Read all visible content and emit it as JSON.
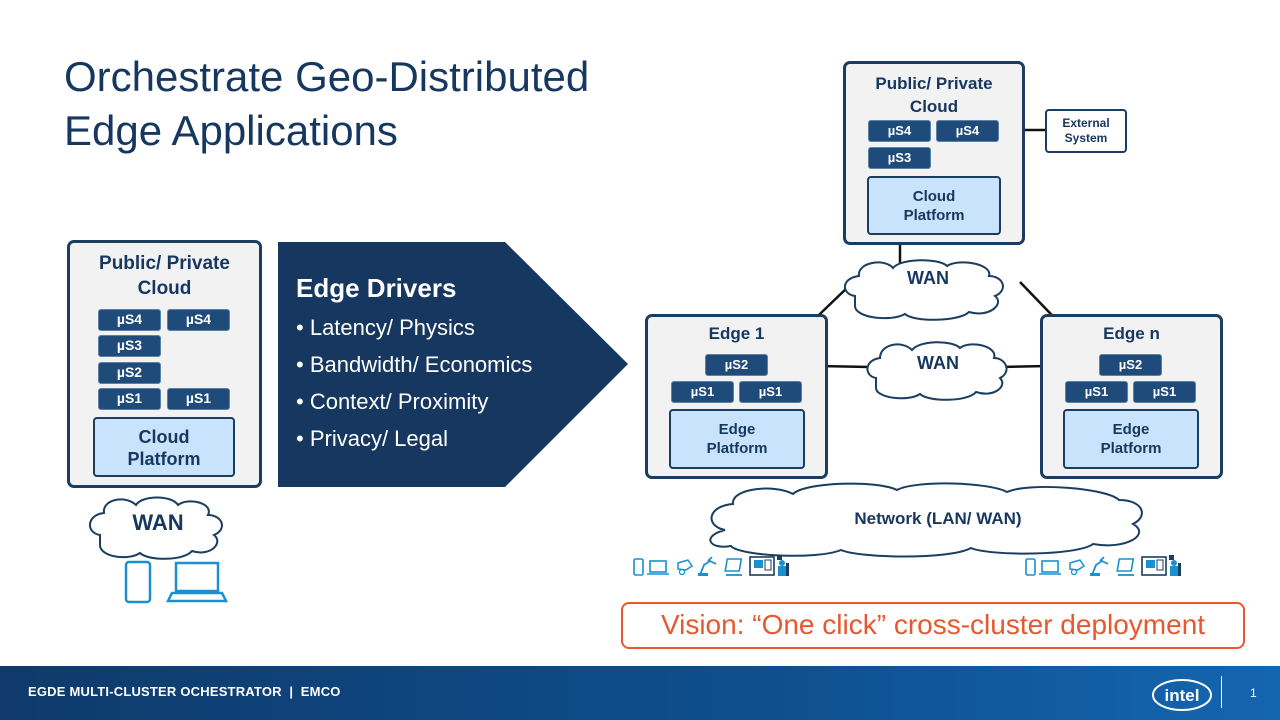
{
  "slide": {
    "title_line1": "Orchestrate Geo-Distributed",
    "title_line2": "Edge Applications"
  },
  "left_cloud": {
    "title_line1": "Public/ Private",
    "title_line2": "Cloud",
    "services": [
      "µS4",
      "µS4",
      "µS3",
      "µS2",
      "µS1",
      "µS1"
    ],
    "platform_line1": "Cloud",
    "platform_line2": "Platform",
    "wan_label": "WAN"
  },
  "edge_drivers": {
    "title": "Edge Drivers",
    "items": [
      "Latency/ Physics",
      "Bandwidth/ Economics",
      "Context/ Proximity",
      "Privacy/ Legal"
    ]
  },
  "right_cloud": {
    "title_line1": "Public/ Private",
    "title_line2": "Cloud",
    "services": [
      "µS4",
      "µS4",
      "µS3"
    ],
    "platform_line1": "Cloud",
    "platform_line2": "Platform"
  },
  "external_system": {
    "line1": "External",
    "line2": "System"
  },
  "wan_top": "WAN",
  "wan_middle": "WAN",
  "edge1": {
    "title": "Edge 1",
    "services": [
      "µS2",
      "µS1",
      "µS1"
    ],
    "platform_line1": "Edge",
    "platform_line2": "Platform"
  },
  "edgen": {
    "title": "Edge n",
    "services": [
      "µS2",
      "µS1",
      "µS1"
    ],
    "platform_line1": "Edge",
    "platform_line2": "Platform"
  },
  "network_label": "Network (LAN/ WAN)",
  "vision": "Vision: “One click” cross-cluster deployment",
  "footer": {
    "left_text": "EGDE MULTI-CLUSTER OCHESTRATOR  |  EMCO",
    "page_number": "1",
    "brand": "intel"
  },
  "icons": [
    "kubernetes-icon",
    "cloud-icon",
    "phone-icon",
    "laptop-icon",
    "device-icons",
    "intel-logo"
  ],
  "colors": {
    "navy": "#16375f",
    "box_fill": "#f2f2f2",
    "ms_fill": "#1f4b7a",
    "platform_fill": "#c8e3fb",
    "accent": "#e8572d",
    "footer": "#0f3a6b"
  }
}
